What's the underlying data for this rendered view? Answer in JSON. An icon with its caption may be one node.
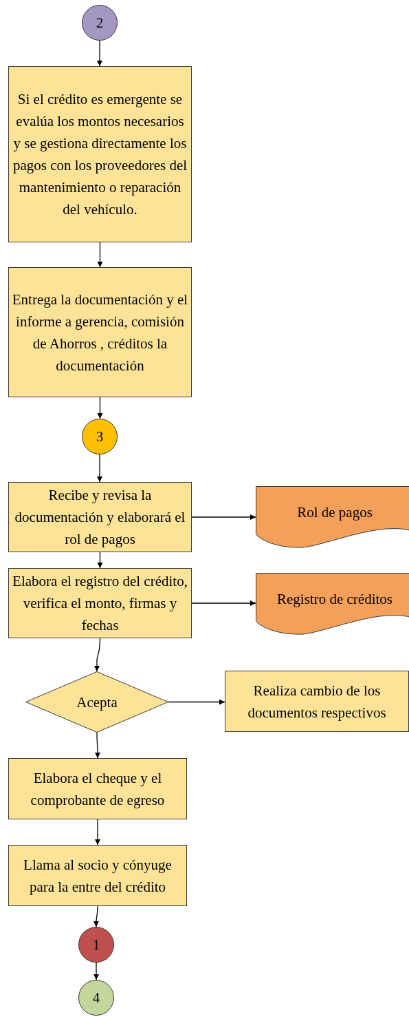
{
  "diagram": {
    "nodes": [
      {
        "text": [
          "2"
        ]
      },
      {
        "text": [
          "Si el crédito es emergente se evalúa los montos necesarios y se gestiona directamente los pagos con los proveedores del mantenimiento o reparación del vehículo."
        ]
      },
      {
        "text": [
          "Entrega la documentación y el informe a gerencia, comisión de Ahorros , créditos la documentación"
        ]
      },
      {
        "text": [
          "3"
        ]
      },
      {
        "text": [
          "Recibe y revisa la documentación y elaborará el rol de pagos"
        ]
      },
      {
        "text": [
          "Rol de pagos"
        ]
      },
      {
        "text": [
          "Elabora el registro del crédito, verifica el monto, firmas y fechas"
        ]
      },
      {
        "text": [
          "Registro de créditos"
        ]
      },
      {
        "text": [
          "Acepta"
        ]
      },
      {
        "text": [
          "Realiza cambio de los documentos respectivos"
        ]
      },
      {
        "text": [
          "Elabora el cheque y el comprobante de egreso"
        ]
      },
      {
        "text": [
          "Llama al socio y cónyuge para la entre del crédito"
        ]
      },
      {
        "text": [
          "1"
        ]
      },
      {
        "text": [
          "4"
        ]
      }
    ],
    "edges": [
      {
        "from": 0,
        "to": 1,
        "arrow": "to"
      },
      {
        "from": 1,
        "to": 2,
        "arrow": "to"
      },
      {
        "from": 2,
        "to": 3,
        "arrow": "to"
      },
      {
        "from": 3,
        "to": 4,
        "arrow": "to"
      },
      {
        "from": 4,
        "to": 5,
        "arrow": "to"
      },
      {
        "from": 4,
        "to": 6,
        "arrow": "to"
      },
      {
        "from": 6,
        "to": 7,
        "arrow": "to"
      },
      {
        "from": 6,
        "to": 8,
        "arrow": "to"
      },
      {
        "from": 8,
        "to": 9,
        "arrow": "to"
      },
      {
        "from": 8,
        "to": 10,
        "arrow": "to"
      },
      {
        "from": 10,
        "to": 11,
        "arrow": "to"
      },
      {
        "from": 11,
        "to": 12,
        "arrow": "to"
      },
      {
        "from": 12,
        "to": 13,
        "arrow": "to"
      }
    ]
  }
}
